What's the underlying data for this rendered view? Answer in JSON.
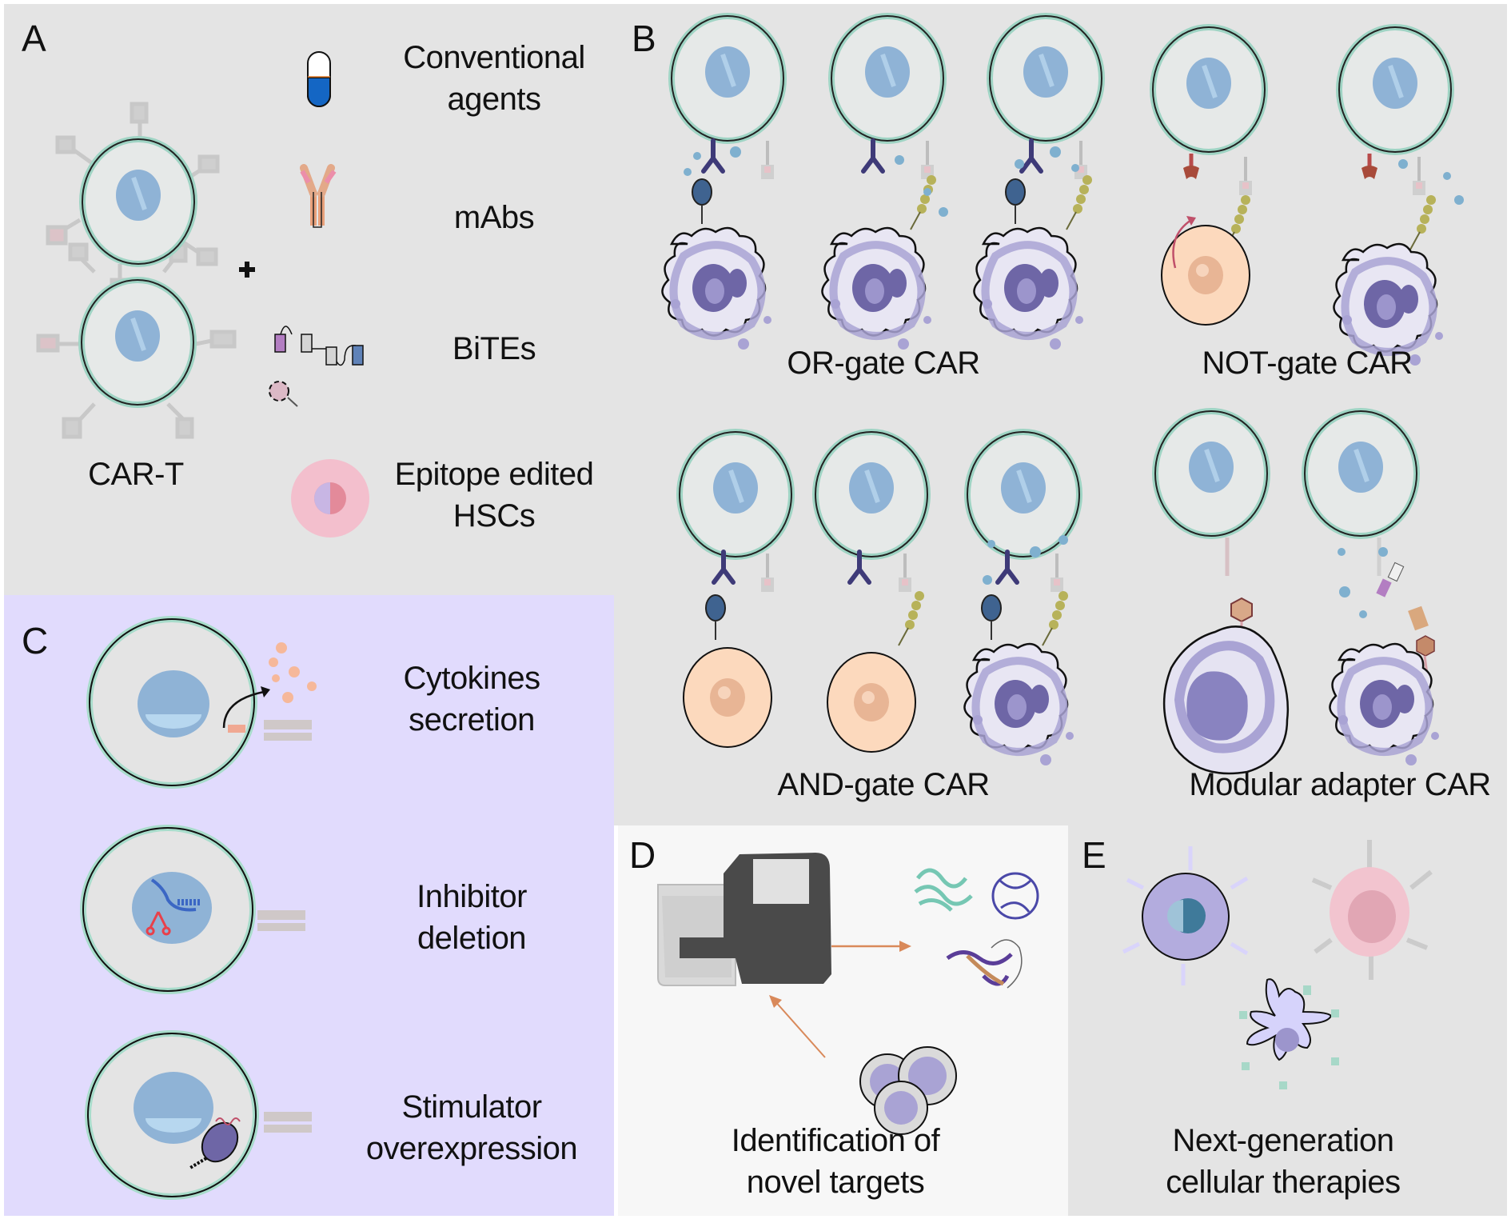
{
  "figure": {
    "panels": {
      "a": {
        "letter": "A",
        "cell_label": "CAR-T",
        "plus_sign": "+",
        "items": [
          {
            "icon": "capsule-icon",
            "label_line1": "Conventional",
            "label_line2": "agents"
          },
          {
            "icon": "antibody-icon",
            "label_line1": "mAbs",
            "label_line2": ""
          },
          {
            "icon": "bispecific-engager-icon",
            "label_line1": "BiTEs",
            "label_line2": ""
          },
          {
            "icon": "stem-cell-icon",
            "label_line1": "Epitope edited",
            "label_line2": "HSCs"
          }
        ]
      },
      "b": {
        "letter": "B",
        "groups": [
          {
            "label": "OR-gate CAR"
          },
          {
            "label": "NOT-gate CAR"
          },
          {
            "label": "AND-gate CAR"
          },
          {
            "label": "Modular adapter CAR"
          }
        ]
      },
      "c": {
        "letter": "C",
        "items": [
          {
            "label_line1": "Cytokines",
            "label_line2": "secretion"
          },
          {
            "label_line1": "Inhibitor",
            "label_line2": "deletion"
          },
          {
            "label_line1": "Stimulator",
            "label_line2": "overexpression"
          }
        ]
      },
      "d": {
        "letter": "D",
        "label_line1": "Identification of",
        "label_line2": "novel targets"
      },
      "e": {
        "letter": "E",
        "label_line1": "Next-generation",
        "label_line2": "cellular therapies"
      }
    },
    "colors": {
      "panel_gray": "#e4e4e4",
      "panel_lavender": "#e1dbfd",
      "panel_white": "#f7f7f7",
      "nucleus_blue": "#8fb3d6",
      "tumor_purple": "#a9a3d4",
      "healthy_peach": "#fcd9bd",
      "hsc_pink": "#f3b8c8",
      "arrow_orange": "#d9895a"
    }
  }
}
